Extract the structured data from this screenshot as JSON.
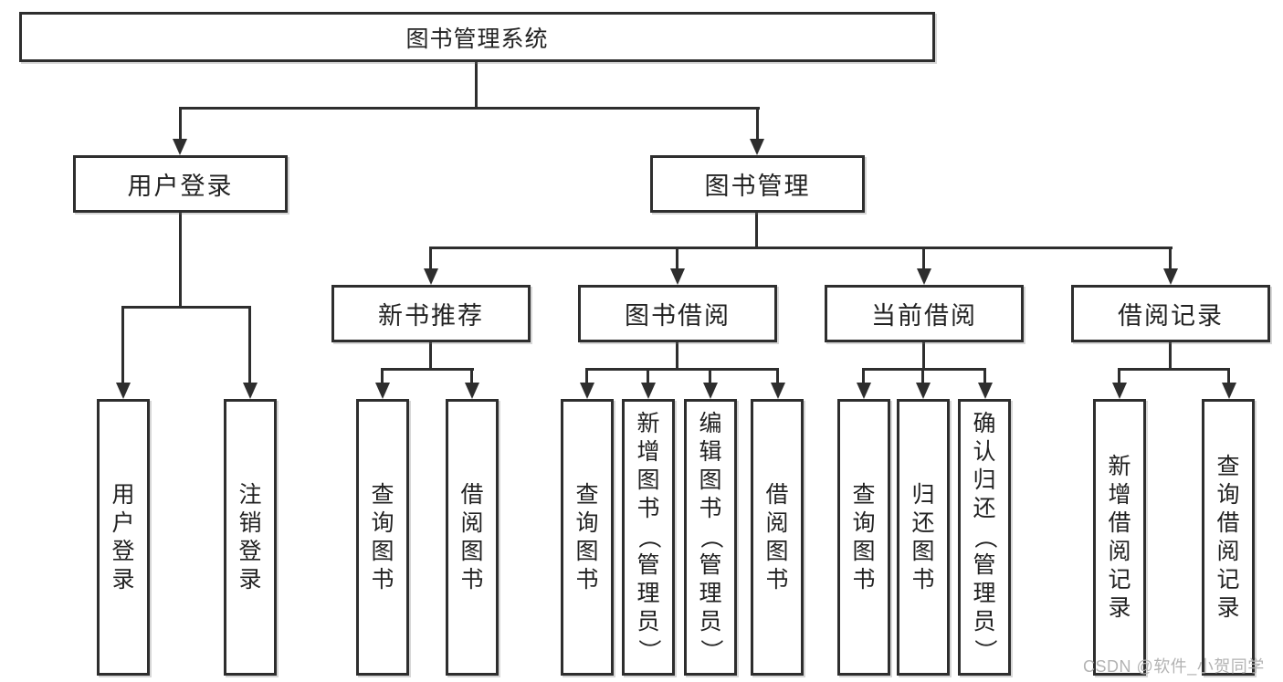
{
  "diagram": {
    "type": "tree",
    "title": "图书管理系统"
  },
  "colors": {
    "line": "#2e2e2e",
    "box_border": "#2e2e2e",
    "text": "#222222",
    "background": "#ffffff",
    "watermark": "#b3b3b3"
  },
  "tree": {
    "label": "图书管理系统",
    "children": [
      {
        "label": "用户登录",
        "children": [
          {
            "label": "用户登录"
          },
          {
            "label": "注销登录"
          }
        ]
      },
      {
        "label": "图书管理",
        "children": [
          {
            "label": "新书推荐",
            "children": [
              {
                "label": "查询图书"
              },
              {
                "label": "借阅图书"
              }
            ]
          },
          {
            "label": "图书借阅",
            "children": [
              {
                "label": "查询图书"
              },
              {
                "label": "新增图书（管理员）"
              },
              {
                "label": "编辑图书（管理员）"
              },
              {
                "label": "借阅图书"
              }
            ]
          },
          {
            "label": "当前借阅",
            "children": [
              {
                "label": "查询图书"
              },
              {
                "label": "归还图书"
              },
              {
                "label": "确认归还（管理员）"
              }
            ]
          },
          {
            "label": "借阅记录",
            "children": [
              {
                "label": "新增借阅记录"
              },
              {
                "label": "查询借阅记录"
              }
            ]
          }
        ]
      }
    ]
  },
  "watermark": "CSDN @软件_小贺同学"
}
